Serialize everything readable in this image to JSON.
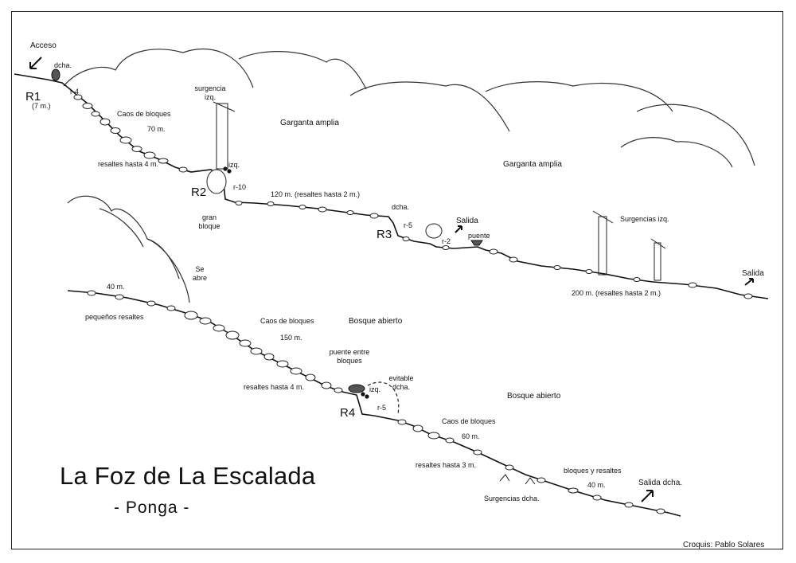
{
  "title": "La Foz de La Escalada",
  "subtitle": "- Ponga -",
  "credit": "Croquis: Pablo Solares",
  "access": "Acceso",
  "exits": {
    "salida_r3": "Salida",
    "salida_end1": "Salida",
    "salida_dcha": "Salida dcha."
  },
  "rappels": {
    "r1": "R1",
    "r1_len": "(7 m.)",
    "r2": "R2",
    "r3": "R3",
    "r4": "R4"
  },
  "labels": {
    "dcha_1": "dcha.",
    "r4_short": "r-4",
    "caos_1": "Caos de bloques",
    "m70": "70 m.",
    "resaltes_4m_1": "resaltes hasta 4 m.",
    "surgencia_izq_1": "surgencia",
    "surgencia_izq_2": "izq.",
    "garganta_1": "Garganta amplia",
    "garganta_2": "Garganta amplia",
    "izq_r2": "izq.",
    "r10": "r-10",
    "gran_1": "gran",
    "gran_2": "bloque",
    "m120": "120 m. (resaltes hasta 2 m.)",
    "dcha_r3": "dcha.",
    "r5_top": "r-5",
    "r2_short": "r-2",
    "puente": "puente",
    "surgencias_izq": "Surgencias izq.",
    "m200": "200 m. (resaltes hasta 2 m.)",
    "m40_a": "40 m.",
    "se_1": "Se",
    "se_2": "abre",
    "pequenos": "pequeños resaltes",
    "caos_2": "Caos de bloques",
    "bosque_1": "Bosque abierto",
    "m150": "150 m.",
    "puente_entre_1": "puente entre",
    "puente_entre_2": "bloques",
    "evitable_1": "evitable",
    "evitable_2": "dcha.",
    "resaltes_4m_2": "resaltes hasta 4 m.",
    "izq_r4": "izq.",
    "r5_bottom": "r-5",
    "bosque_2": "Bosque abierto",
    "caos_3": "Caos de bloques",
    "m60": "60 m.",
    "resaltes_3m": "resaltes hasta 3 m.",
    "bloques_resaltes": "bloques y resaltes",
    "m40_b": "40 m.",
    "surgencias_dcha": "Surgencias dcha."
  }
}
